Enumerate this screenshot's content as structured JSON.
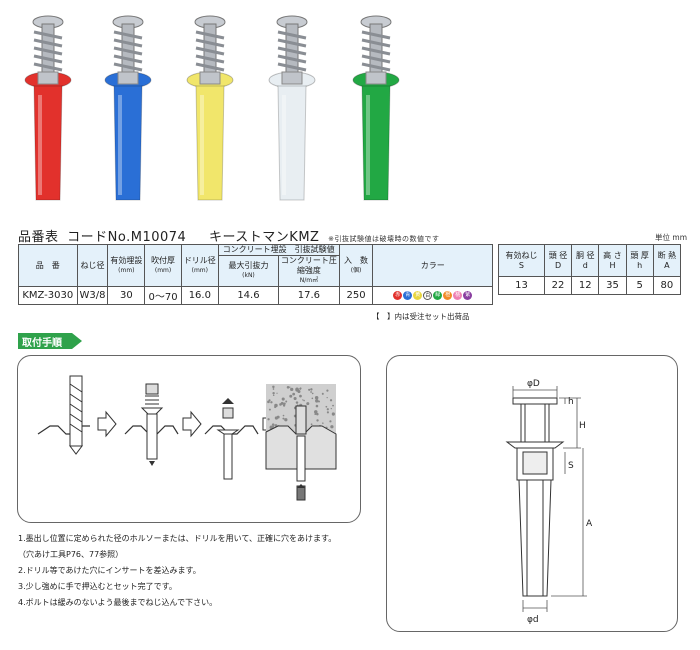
{
  "header": {
    "title": "品番表",
    "code": "コードNo.M10074",
    "product_name": "キーストマンKMZ",
    "note": "※引抜試験値は破壊時の数値です",
    "unit": "単位 mm"
  },
  "products": [
    {
      "color_name": "red",
      "hex": "#e2312c"
    },
    {
      "color_name": "blue",
      "hex": "#2a6fd6"
    },
    {
      "color_name": "yellow",
      "hex": "#f1e66b"
    },
    {
      "color_name": "white",
      "hex": "#e8eef2"
    },
    {
      "color_name": "green",
      "hex": "#22a844"
    }
  ],
  "table_main": {
    "group_header": "コンクリート埋設　引抜試験値",
    "headers": {
      "part_no": "品　番",
      "screw_dia": "ねじ径",
      "effective_embed": "有効埋設",
      "effective_embed_unit": "(mm)",
      "fit_thickness": "吹付厚",
      "fit_thickness_unit": "(mm)",
      "drill_dia": "ドリル径",
      "drill_dia_unit": "(mm)",
      "max_pull": "最大引抜力",
      "max_pull_unit": "(kN)",
      "concrete_strength": "コンクリート圧縮強度",
      "concrete_strength_unit": "N/m㎡",
      "quantity": "入　数",
      "quantity_unit": "(個)",
      "color": "カラー"
    },
    "row": {
      "part_no": "KMZ-3030",
      "screw_dia": "W3/8",
      "effective_embed": "30",
      "fit_thickness": "0～70",
      "drill_dia": "16.0",
      "max_pull": "14.6",
      "concrete_strength": "17.6",
      "quantity": "250"
    },
    "colors": [
      {
        "label": "赤",
        "hex": "#e2312c"
      },
      {
        "label": "青",
        "hex": "#2a6fd6"
      },
      {
        "label": "黄",
        "hex": "#e8d640"
      },
      {
        "label": "白",
        "hex": "#ffffff"
      },
      {
        "label": "緑",
        "hex": "#22a844"
      },
      {
        "label": "橙",
        "hex": "#f08a28"
      },
      {
        "label": "桃",
        "hex": "#ee7fb3"
      },
      {
        "label": "紫",
        "hex": "#8a3fa0"
      }
    ],
    "footnote": "【　】内は受注セット出荷品"
  },
  "table_dims": {
    "headers": [
      {
        "line1": "有効ねじ",
        "line2": "S"
      },
      {
        "line1": "頭 径",
        "line2": "D"
      },
      {
        "line1": "胴 径",
        "line2": "d"
      },
      {
        "line1": "高 さ",
        "line2": "H"
      },
      {
        "line1": "頭 厚",
        "line2": "h"
      },
      {
        "line1": "断 熱",
        "line2": "A"
      }
    ],
    "values": [
      "13",
      "22",
      "12",
      "35",
      "5",
      "80"
    ]
  },
  "steps": {
    "heading": "取付手順",
    "instructions": [
      "1.墨出し位置に定められた径のホルソーまたは、ドリルを用いて、正確に穴をあけます。",
      "（穴あけ工具P76、77参照）",
      "2.ドリル等であけた穴にインサートを差込みます。",
      "3.少し強めに手で押込むとセット完了です。",
      "4.ボルトは緩みのないよう最後までねじ込んで下さい。"
    ]
  },
  "dimension_labels": {
    "head_dia": "φD",
    "body_dia": "φd",
    "h": "h",
    "H": "H",
    "S": "S",
    "A": "A"
  }
}
